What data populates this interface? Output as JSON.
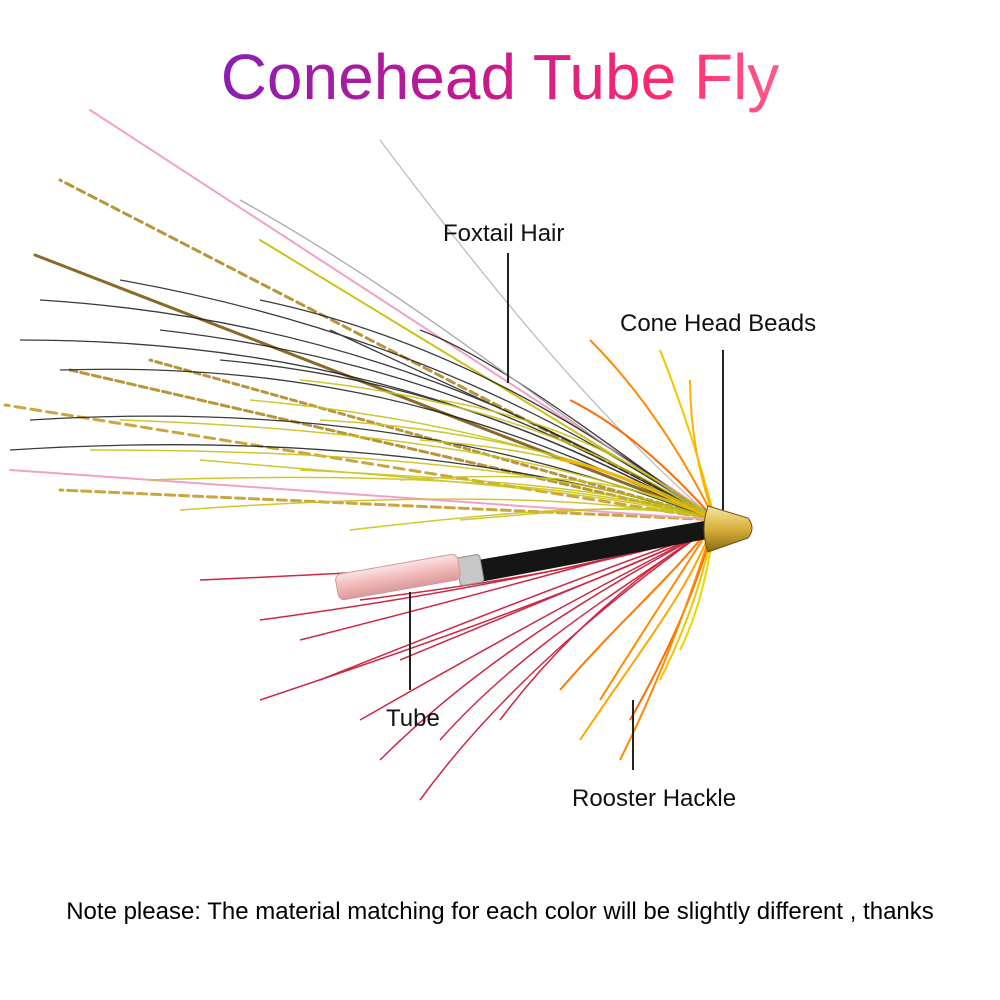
{
  "title": "Conehead Tube Fly",
  "callouts": {
    "foxtail_hair": "Foxtail Hair",
    "cone_head_beads": "Cone Head Beads",
    "tube": "Tube",
    "rooster_hackle": "Rooster Hackle"
  },
  "note": "Note please: The material matching for each color will be slightly different , thanks",
  "colors": {
    "title_gradient_start": "#8a1fb3",
    "title_gradient_end": "#ff2a6d",
    "black_hair": "#1a1a1a",
    "yellow_hair": "#c9c21a",
    "red_hair": "#c8102e",
    "orange_hackle": "#ff8a00",
    "gold_cone": "#d8b03a",
    "tube_pink": "#f2b8b8"
  }
}
